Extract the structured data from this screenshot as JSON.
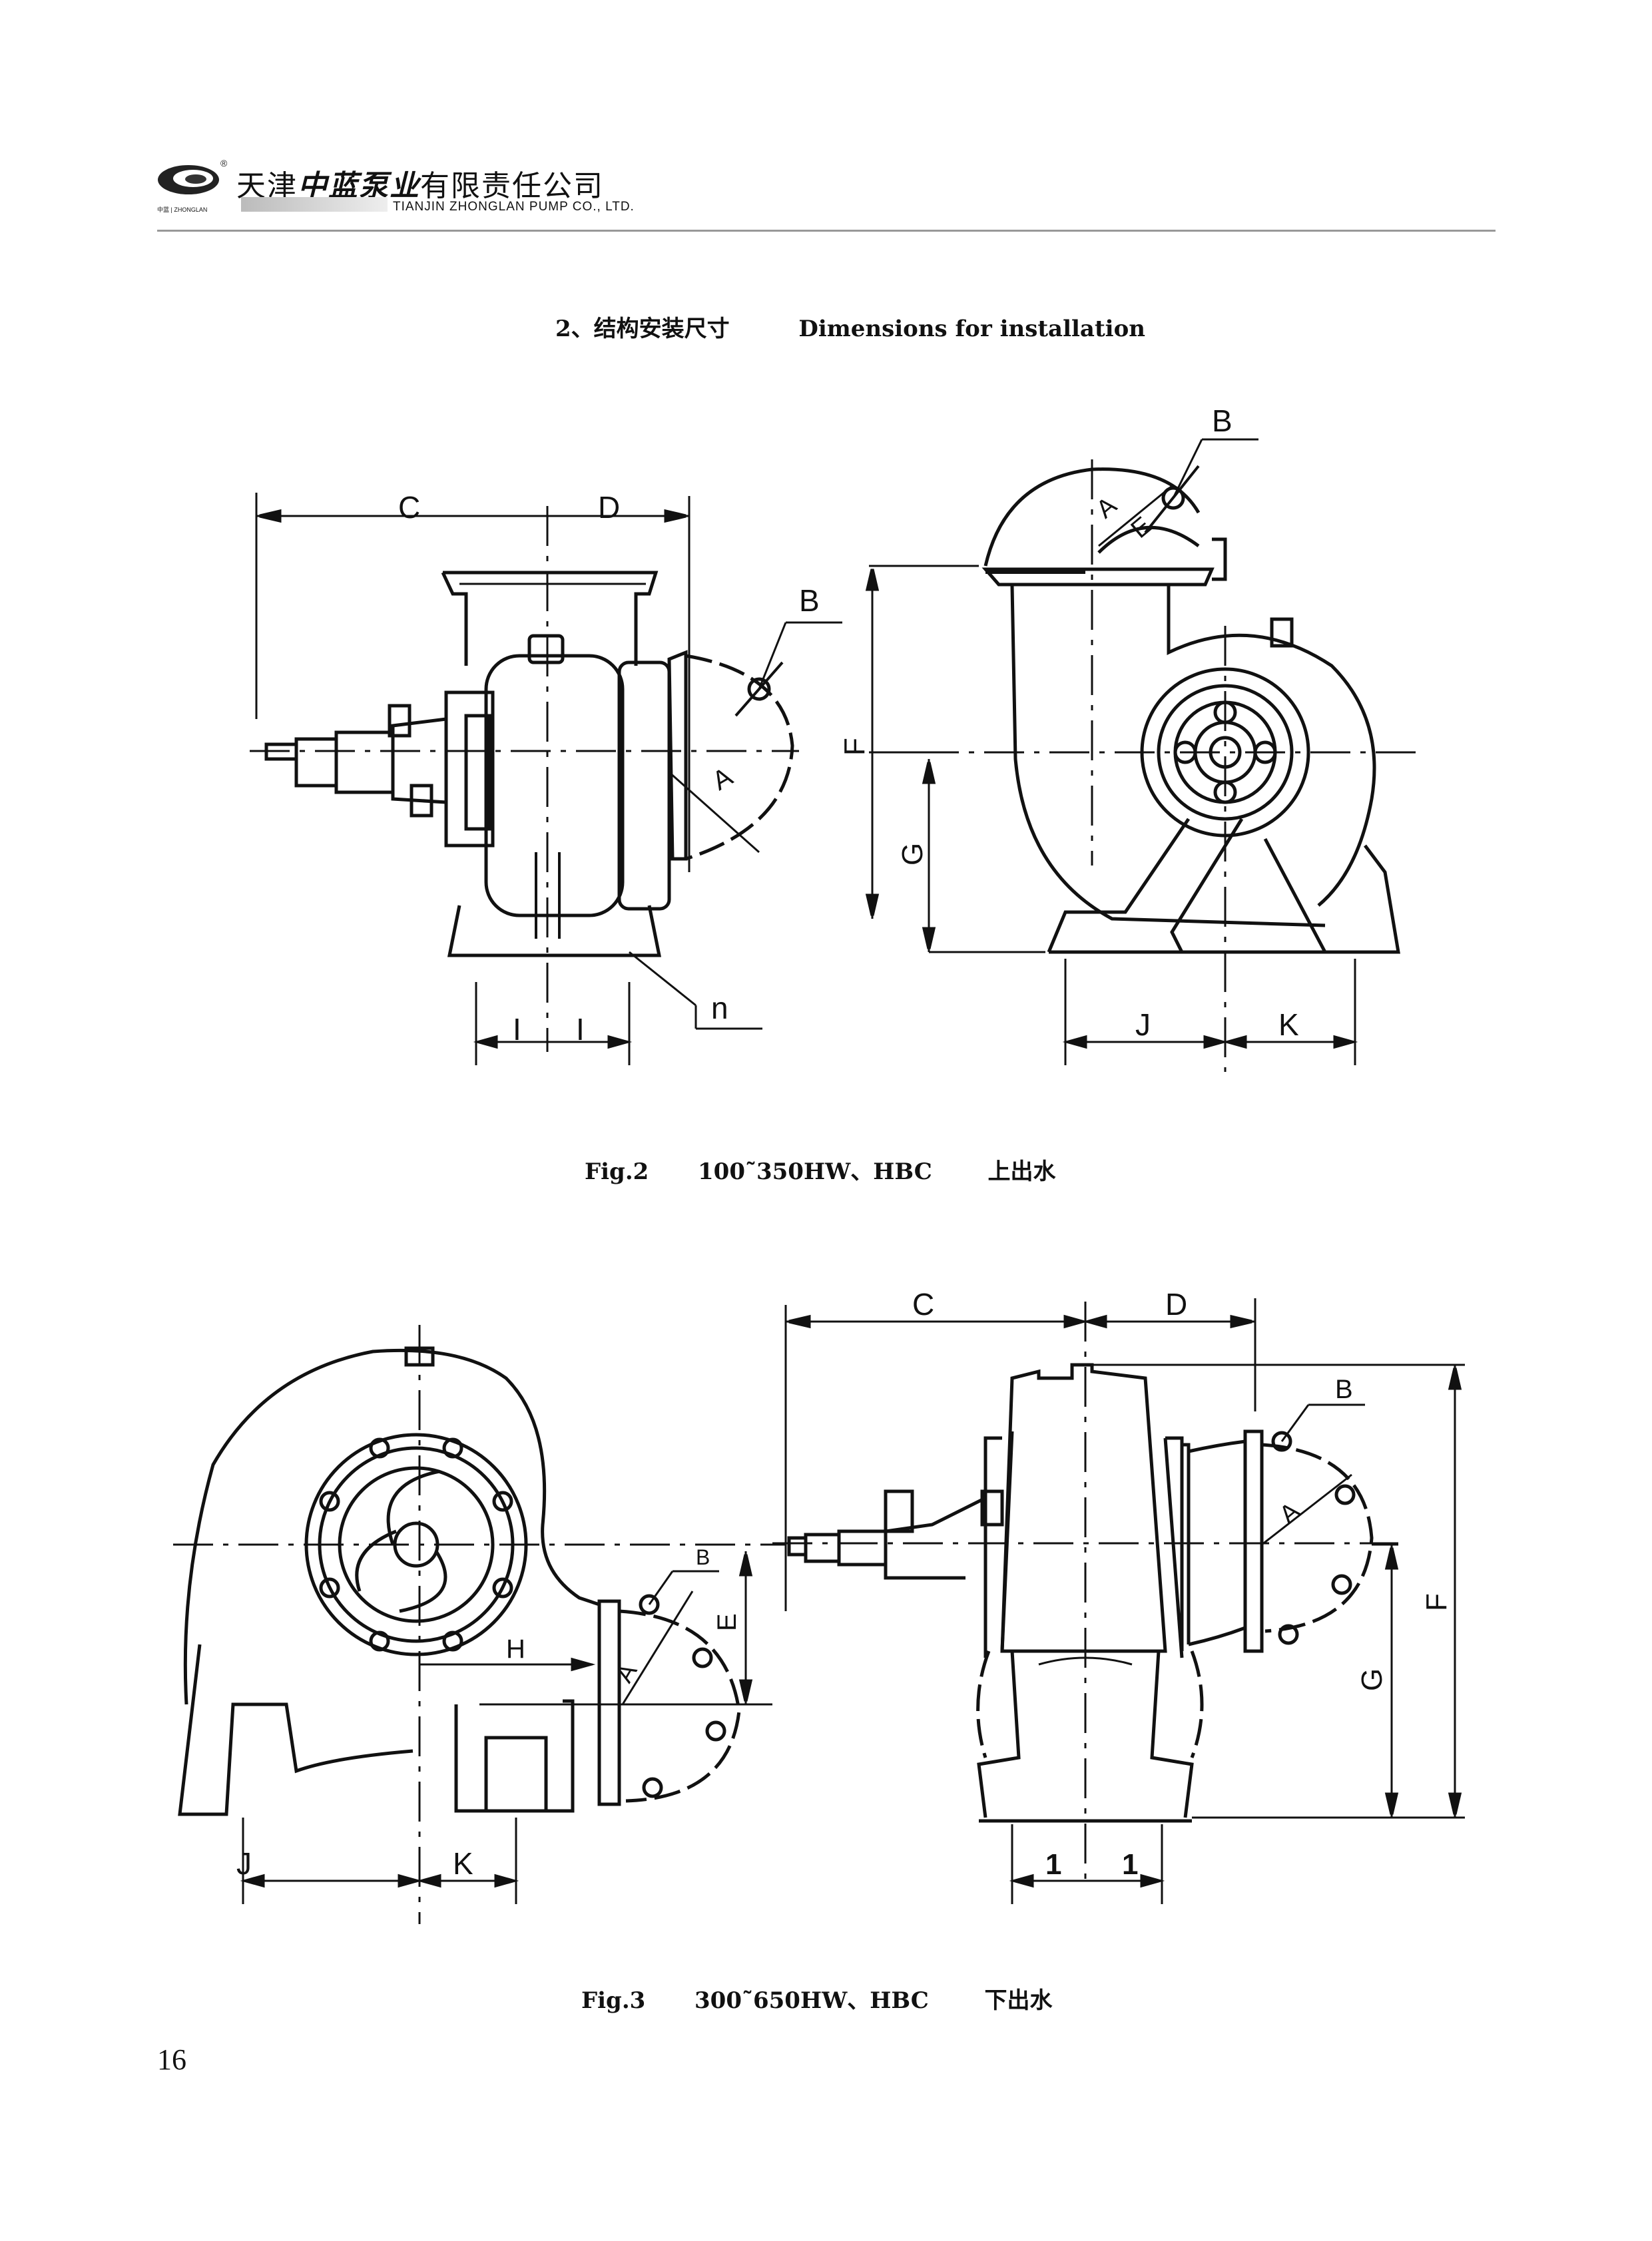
{
  "header": {
    "brand_cn_pre": "天津",
    "brand_cn_bold": "中蓝泵业",
    "brand_cn_post": "有限责任公司",
    "brand_en": "TIANJIN ZHONGLAN PUMP CO., LTD.",
    "logo_sub": "中蓝 | ZHONGLAN",
    "logo_mark": "®"
  },
  "section": {
    "title_cn": "2、结构安装尺寸",
    "title_en": "Dimensions for installation"
  },
  "figure2": {
    "caption_fig": "Fig.2",
    "caption_model": "100˜350HW、HBC",
    "caption_cn": "上出水",
    "side_labels": {
      "c": "C",
      "d": "D",
      "b": "B",
      "a": "A",
      "i1": "I",
      "i2": "I",
      "n": "n"
    },
    "front_labels": {
      "b": "B",
      "a": "A",
      "e": "E",
      "f": "F",
      "g": "G",
      "j": "J",
      "k": "K"
    }
  },
  "figure3": {
    "caption_fig": "Fig.3",
    "caption_model": "300˜650HW、HBC",
    "caption_cn": "下出水",
    "front_labels": {
      "b": "B",
      "a": "A",
      "e": "E",
      "h": "H",
      "j": "J",
      "k": "K"
    },
    "side_labels": {
      "c": "C",
      "d": "D",
      "b": "B",
      "a": "A",
      "f": "F",
      "g": "G",
      "l1": "1",
      "l2": "1"
    }
  },
  "page": {
    "number": "16"
  }
}
